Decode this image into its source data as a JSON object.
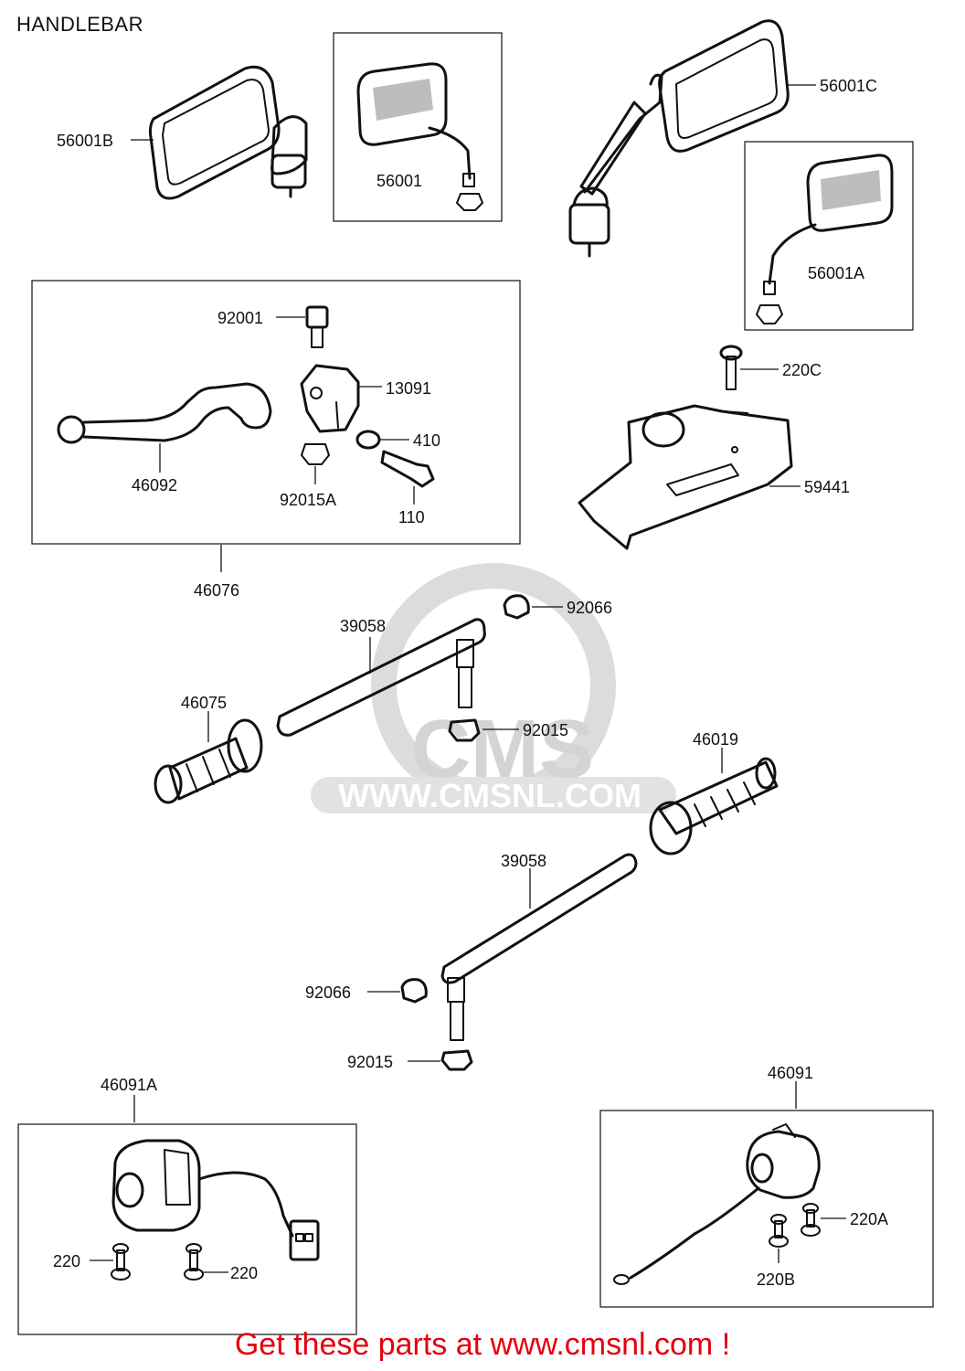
{
  "page": {
    "title": "HANDLEBAR"
  },
  "watermark": {
    "brand": "CMS",
    "url": "WWW.CMSNL.COM"
  },
  "parts": {
    "p56001B": "56001B",
    "p56001": "56001",
    "p56001C": "56001C",
    "p56001A": "56001A",
    "p92001": "92001",
    "p13091": "13091",
    "p410": "410",
    "p46092": "46092",
    "p92015A": "92015A",
    "p110": "110",
    "p46076": "46076",
    "p220C": "220C",
    "p59441": "59441",
    "p92066_top": "92066",
    "p39058_top": "39058",
    "p46075": "46075",
    "p92015_top": "92015",
    "p46019": "46019",
    "p39058_bottom": "39058",
    "p92066_bottom": "92066",
    "p92015_bottom": "92015",
    "p46091A": "46091A",
    "p220_left": "220",
    "p220_right": "220",
    "p46091": "46091",
    "p220A": "220A",
    "p220B": "220B"
  },
  "footer": {
    "text": "Get these parts at www.cmsnl.com !"
  },
  "colors": {
    "ink": "#111111",
    "footer": "#e3000f",
    "watermark": "#d9d9d9"
  }
}
